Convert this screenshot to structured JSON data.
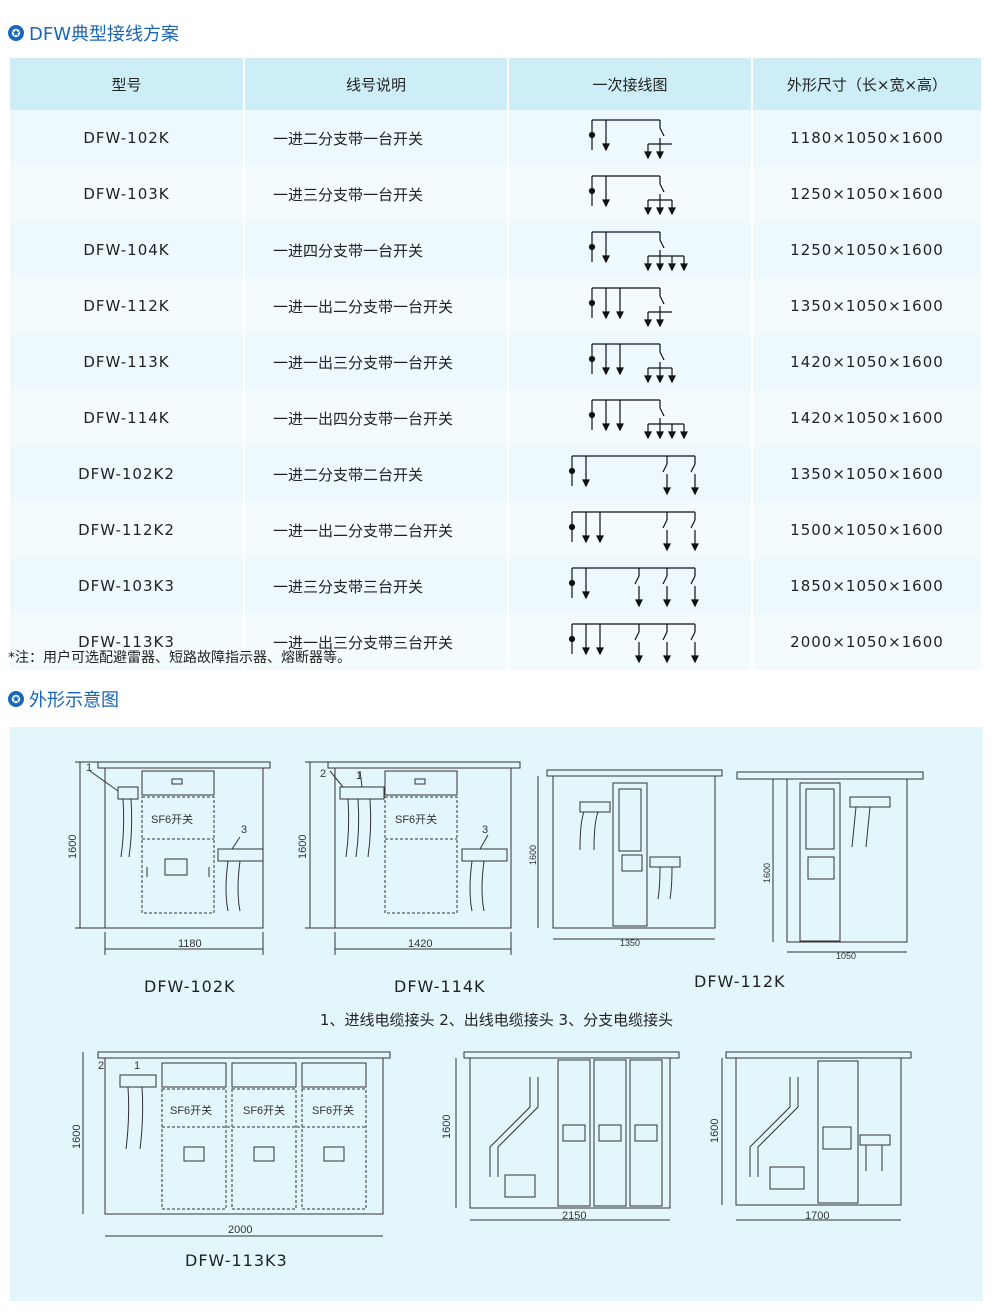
{
  "sections": {
    "table_title": "DFW典型接线方案",
    "figure_title": "外形示意图"
  },
  "table": {
    "headers": [
      "型号",
      "线号说明",
      "一次接线图",
      "外形尺寸（长×宽×高）"
    ],
    "rows": [
      {
        "model": "DFW-102K",
        "desc": "一进二分支带一台开关",
        "size": "1180×1050×1600"
      },
      {
        "model": "DFW-103K",
        "desc": "一进三分支带一台开关",
        "size": "1250×1050×1600"
      },
      {
        "model": "DFW-104K",
        "desc": "一进四分支带一台开关",
        "size": "1250×1050×1600"
      },
      {
        "model": "DFW-112K",
        "desc": "一进一出二分支带一台开关",
        "size": "1350×1050×1600"
      },
      {
        "model": "DFW-113K",
        "desc": "一进一出三分支带一台开关",
        "size": "1420×1050×1600"
      },
      {
        "model": "DFW-114K",
        "desc": "一进一出四分支带一台开关",
        "size": "1420×1050×1600"
      },
      {
        "model": "DFW-102K2",
        "desc": "一进二分支带二台开关",
        "size": "1350×1050×1600"
      },
      {
        "model": "DFW-112K2",
        "desc": "一进一出二分支带二台开关",
        "size": "1500×1050×1600"
      },
      {
        "model": "DFW-103K3",
        "desc": "一进三分支带三台开关",
        "size": "1850×1050×1600"
      },
      {
        "model": "DFW-113K3",
        "desc": "一进一出三分支带三台开关",
        "size": "2000×1050×1600"
      }
    ]
  },
  "note": "*注：用户可选配避雷器、短路故障指示器、熔断器等。",
  "figures": {
    "labels": [
      "DFW-102K",
      "DFW-114K",
      "DFW-112K",
      "DFW-113K3"
    ],
    "legend": "1、进线电缆接头  2、出线电缆接头  3、分支电缆接头",
    "switch_label": "SF6开关",
    "height_dim": "1600",
    "dims": [
      "1180",
      "1420",
      "1350",
      "1050",
      "2000",
      "2150",
      "1700"
    ],
    "callouts": [
      "1",
      "2",
      "3"
    ]
  }
}
